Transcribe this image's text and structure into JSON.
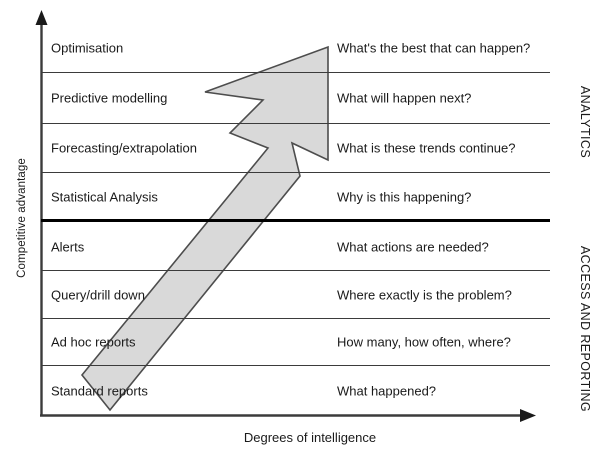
{
  "diagram": {
    "title": "Analytic maturity / degrees of intelligence ladder",
    "y_axis_label": "Competitive advantage",
    "x_axis_label": "Degrees of intelligence",
    "arrow_fill": "#d9d9d9",
    "arrow_stroke": "#4d4d4d",
    "line_color": "#3b3b3b",
    "divider_color": "#000000",
    "background": "#ffffff"
  },
  "bands": [
    {
      "id": "analytics",
      "label": "ANALYTICS"
    },
    {
      "id": "access-and-reporting",
      "label": "ACCESS AND REPORTING"
    }
  ],
  "rows": [
    {
      "label": "Optimisation",
      "question": "What's the best that can happen?",
      "band": "analytics"
    },
    {
      "label": "Predictive modelling",
      "question": "What will happen next?",
      "band": "analytics"
    },
    {
      "label": "Forecasting/extrapolation",
      "question": "What is these trends continue?",
      "band": "analytics"
    },
    {
      "label": "Statistical Analysis",
      "question": "Why is this happening?",
      "band": "analytics"
    },
    {
      "label": "Alerts",
      "question": "What actions are needed?",
      "band": "access-and-reporting"
    },
    {
      "label": "Query/drill down",
      "question": "Where exactly is the problem?",
      "band": "access-and-reporting"
    },
    {
      "label": "Ad hoc reports",
      "question": "How many, how often, where?",
      "band": "access-and-reporting"
    },
    {
      "label": "Standard reports",
      "question": "What happened?",
      "band": "access-and-reporting"
    }
  ]
}
